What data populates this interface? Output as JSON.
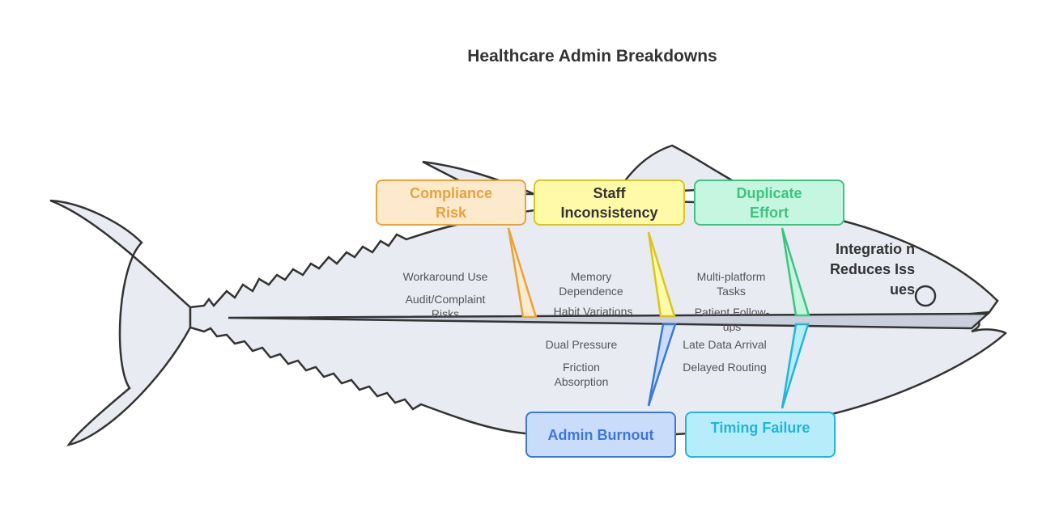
{
  "title": "Healthcare Admin Breakdowns",
  "effect": "Integratio n Reduces Issues",
  "categories": {
    "compliance": {
      "label": "Compliance Risk",
      "color": "#e8a33a",
      "fill": "#fde9cc",
      "causes": [
        "Workaround Use",
        "Audit/Complaint Risks"
      ]
    },
    "staff": {
      "label": "Staff Inconsistency",
      "color": "#d9c520",
      "fill": "#fffaa8",
      "causes": [
        "Memory Dependence",
        "Habit Variations"
      ]
    },
    "duplicate": {
      "label": "Duplicate Effort",
      "color": "#3cc480",
      "fill": "#c6f6df",
      "causes": [
        "Multi-platform Tasks",
        "Patient Follow-ups"
      ]
    },
    "burnout": {
      "label": "Admin Burnout",
      "color": "#3b78d8",
      "fill": "#c9ddfa",
      "causes": [
        "Dual Pressure",
        "Friction Absorption"
      ]
    },
    "timing": {
      "label": "Timing Failure",
      "color": "#22b5d8",
      "fill": "#b7ecfa",
      "causes": [
        "Late Data Arrival",
        "Delayed Routing"
      ]
    }
  }
}
